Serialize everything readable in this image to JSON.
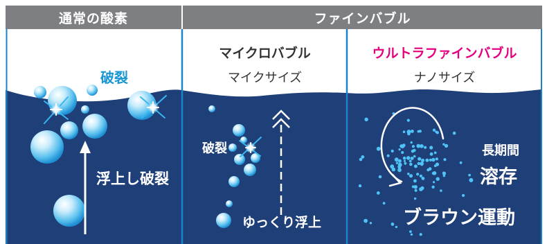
{
  "headers": {
    "normal_oxygen": "通常の酸素",
    "fine_bubble": "ファインバブル"
  },
  "panels": {
    "normal": {
      "burst": "破裂",
      "rise_burst": "浮上し破裂"
    },
    "micro": {
      "title": "マイクロバブル",
      "size": "マイクサイズ",
      "burst": "破裂",
      "slow_rise": "ゆっくり浮上"
    },
    "ultra": {
      "title": "ウルトラファインバブル",
      "size": "ナノサイズ",
      "long_period": "長期間",
      "dissolve": "溶存",
      "brownian": "ブラウン運動"
    }
  },
  "colors": {
    "header_gray": "#7d7f82",
    "water_navy": "#1f3f78",
    "divider_blue": "#1b84c8",
    "accent_cyan": "#1a97d5",
    "accent_magenta": "#e4007f",
    "text_gray": "#333333"
  }
}
